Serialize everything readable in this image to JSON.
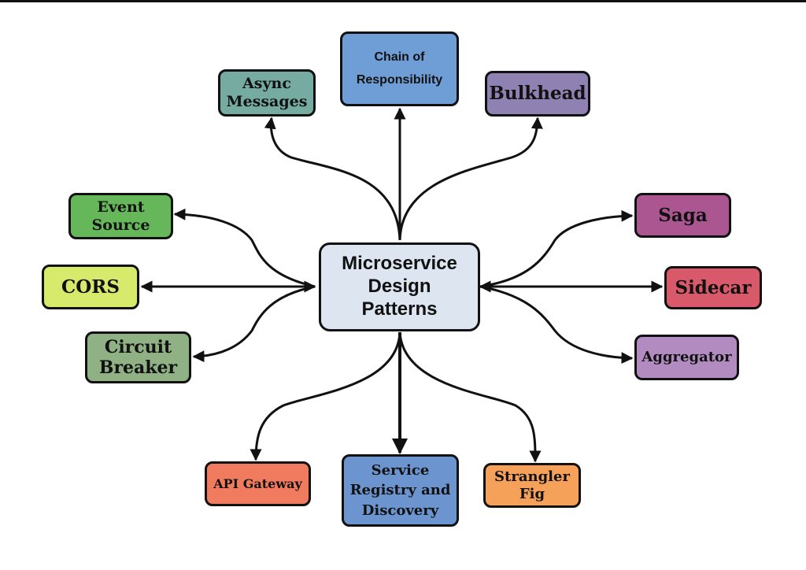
{
  "diagram": {
    "center": {
      "label": "Microservice\nDesign\nPatterns",
      "color": "#dde6f0"
    },
    "nodes": {
      "async_messages": {
        "label": "Async\nMessages",
        "color": "#76aba1"
      },
      "chain_of_responsibility": {
        "label": "Chain of\nResponsibility",
        "color": "#6f9dd6"
      },
      "bulkhead": {
        "label": "Bulkhead",
        "color": "#8f82b3"
      },
      "event_source": {
        "label": "Event\nSource",
        "color": "#66b65a"
      },
      "cors": {
        "label": "CORS",
        "color": "#d8ea6c"
      },
      "circuit_breaker": {
        "label": "Circuit\nBreaker",
        "color": "#8fb184"
      },
      "saga": {
        "label": "Saga",
        "color": "#ab5690"
      },
      "sidecar": {
        "label": "Sidecar",
        "color": "#d85a6a"
      },
      "aggregator": {
        "label": "Aggregator",
        "color": "#b28cc1"
      },
      "api_gateway": {
        "label": "API Gateway",
        "color": "#f07b5f"
      },
      "service_registry": {
        "label": "Service\nRegistry and\nDiscovery",
        "color": "#6c95cf"
      },
      "strangler_fig": {
        "label": "Strangler\nFig",
        "color": "#f6a15a"
      }
    }
  }
}
